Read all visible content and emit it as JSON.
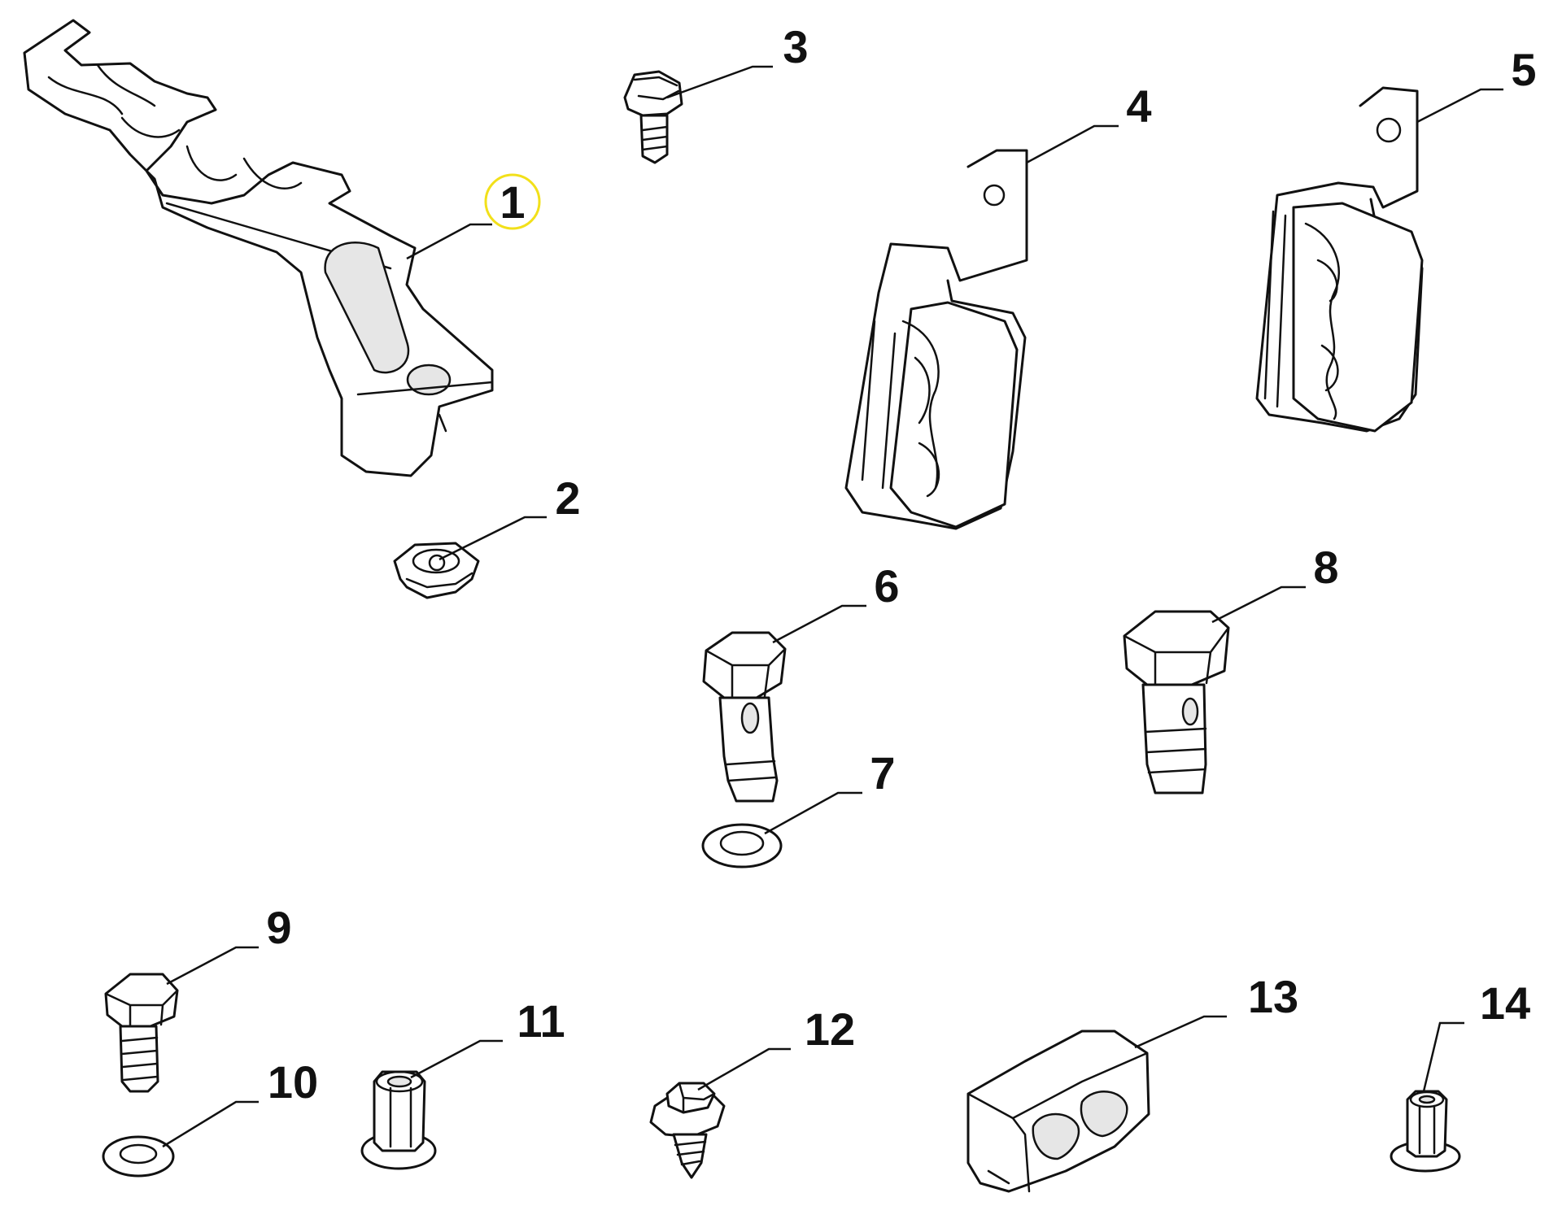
{
  "callouts": [
    {
      "id": 1,
      "label": "1",
      "highlighted": true
    },
    {
      "id": 2,
      "label": "2"
    },
    {
      "id": 3,
      "label": "3"
    },
    {
      "id": 4,
      "label": "4"
    },
    {
      "id": 5,
      "label": "5"
    },
    {
      "id": 6,
      "label": "6"
    },
    {
      "id": 7,
      "label": "7"
    },
    {
      "id": 8,
      "label": "8"
    },
    {
      "id": 9,
      "label": "9"
    },
    {
      "id": 10,
      "label": "10"
    },
    {
      "id": 11,
      "label": "11"
    },
    {
      "id": 12,
      "label": "12"
    },
    {
      "id": 13,
      "label": "13"
    },
    {
      "id": 14,
      "label": "14"
    }
  ],
  "colors": {
    "line": "#111111",
    "highlight": "#f2e01a",
    "background": "#ffffff"
  }
}
